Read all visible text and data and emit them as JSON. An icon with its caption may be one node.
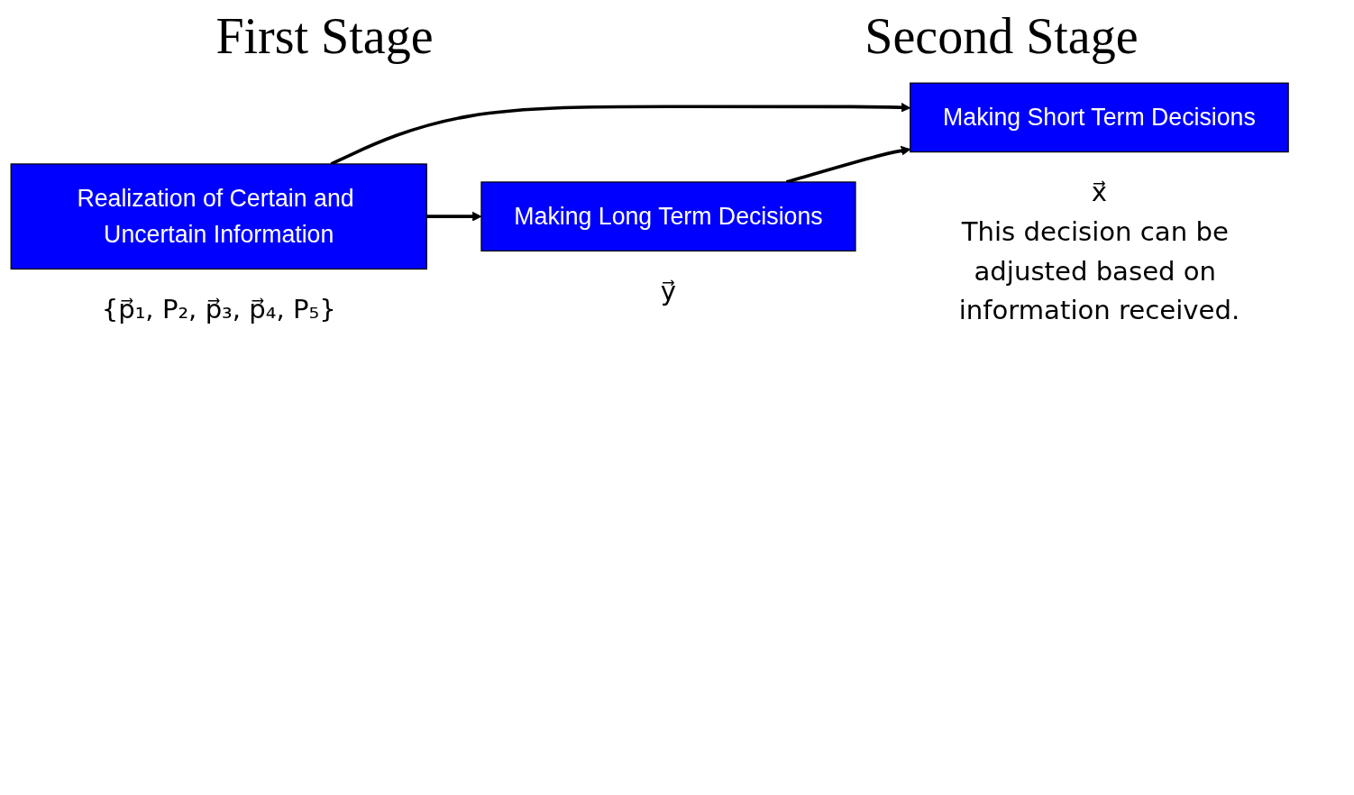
{
  "diagram": {
    "nodes": [
      {
        "text": [
          "Making Long Term Decisions"
        ],
        "beside": [
          "y⃗"
        ]
      },
      {
        "text": [
          "Making Short Term Decisions"
        ],
        "beside": [
          "x⃗",
          "This decision can be adjusted based on information received."
        ]
      },
      {
        "text": [
          "Realization of Certain and Uncertain Information"
        ],
        "beside": [
          "{p⃗₁, P₂, p⃗₃, p⃗₄, P₅}"
        ]
      }
    ],
    "edges": [
      {
        "from": 0,
        "to": 1,
        "arrow": "to"
      },
      {
        "from": 2,
        "to": 1,
        "arrow": "to"
      },
      {
        "from": 2,
        "to": 0,
        "arrow": "to"
      }
    ],
    "labels": [
      "First Stage",
      "Second Stage"
    ]
  }
}
